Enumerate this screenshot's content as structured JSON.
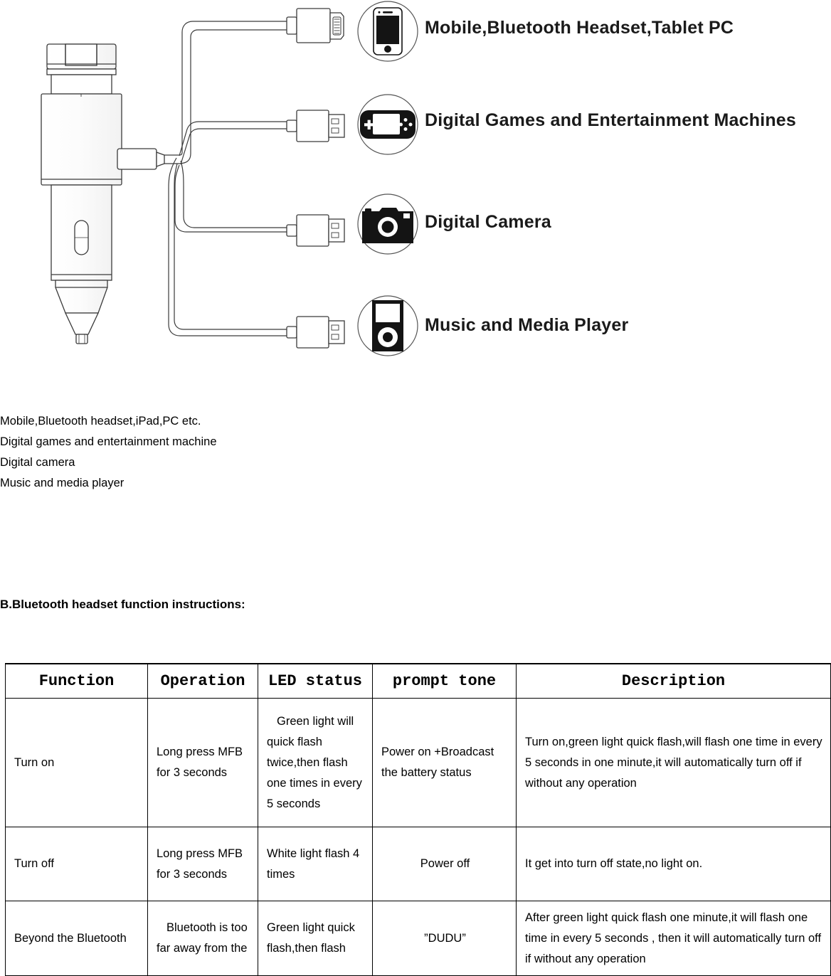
{
  "diagram": {
    "product": "car-charger-with-4-way-usb-cable",
    "device_labels": [
      "Mobile,Bluetooth Headset,Tablet PC",
      "Digital Games and Entertainment Machines",
      "Digital Camera",
      "Music and Media Player"
    ],
    "connectors": [
      "lightning-connector",
      "usb-a-connector",
      "usb-a-connector",
      "usb-a-connector"
    ],
    "device_icons": [
      "smartphone-icon",
      "handheld-game-console-icon",
      "camera-icon",
      "media-player-icon"
    ]
  },
  "compat_list": {
    "lines": [
      "Mobile,Bluetooth headset,iPad,PC etc.",
      "Digital games and entertainment machine",
      "Digital camera",
      "Music and media player"
    ]
  },
  "section": {
    "heading": "B.Bluetooth headset function instructions:"
  },
  "table": {
    "headers": [
      "Function",
      "Operation",
      "LED status",
      "prompt tone",
      "Description"
    ],
    "rows": [
      {
        "function": "Turn on",
        "operation": "Long press MFB for 3 seconds",
        "led_status": "Green light will quick flash twice,then flash one times in every 5 seconds",
        "prompt_tone": "Power on +Broadcast the battery status",
        "description": "Turn on,green light quick flash,will flash one time in every 5 seconds in one minute,it will automatically turn off if without any operation"
      },
      {
        "function": "Turn off",
        "operation": "Long press MFB for 3 seconds",
        "led_status": "White light flash 4 times",
        "prompt_tone": "Power off",
        "description": "It get into turn off state,no light on."
      },
      {
        "function": "Beyond the Bluetooth",
        "operation": "Bluetooth is too far away from the",
        "led_status": "Green light quick flash,then flash",
        "prompt_tone": "”DUDU”",
        "description": "After green light quick flash one minute,it will flash one time in every 5 seconds , then it will automatically turn off if without any operation"
      }
    ]
  },
  "colors": {
    "ink": "#000000",
    "line_art": "#3a3a3a",
    "background": "#ffffff"
  }
}
